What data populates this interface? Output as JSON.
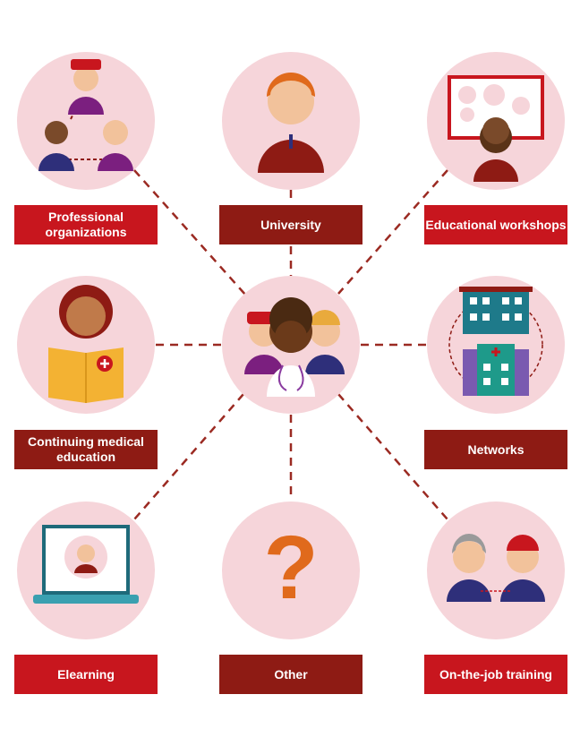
{
  "center": {
    "name": "healthcare-professionals"
  },
  "nodes": [
    {
      "id": "professional-organizations",
      "label": "Professional organizations"
    },
    {
      "id": "university",
      "label": "University"
    },
    {
      "id": "educational-workshops",
      "label": "Educational workshops"
    },
    {
      "id": "continuing-medical-education",
      "label": "Continuing medical education"
    },
    {
      "id": "networks",
      "label": "Networks"
    },
    {
      "id": "elearning",
      "label": "Elearning"
    },
    {
      "id": "other",
      "label": "Other",
      "icon_text": "?"
    },
    {
      "id": "on-the-job-training",
      "label": "On-the-job training"
    }
  ],
  "colors": {
    "circle": "#f6d5da",
    "label_bright": "#c8161e",
    "label_dark": "#8e1b14",
    "connector": "#9b2a22"
  }
}
